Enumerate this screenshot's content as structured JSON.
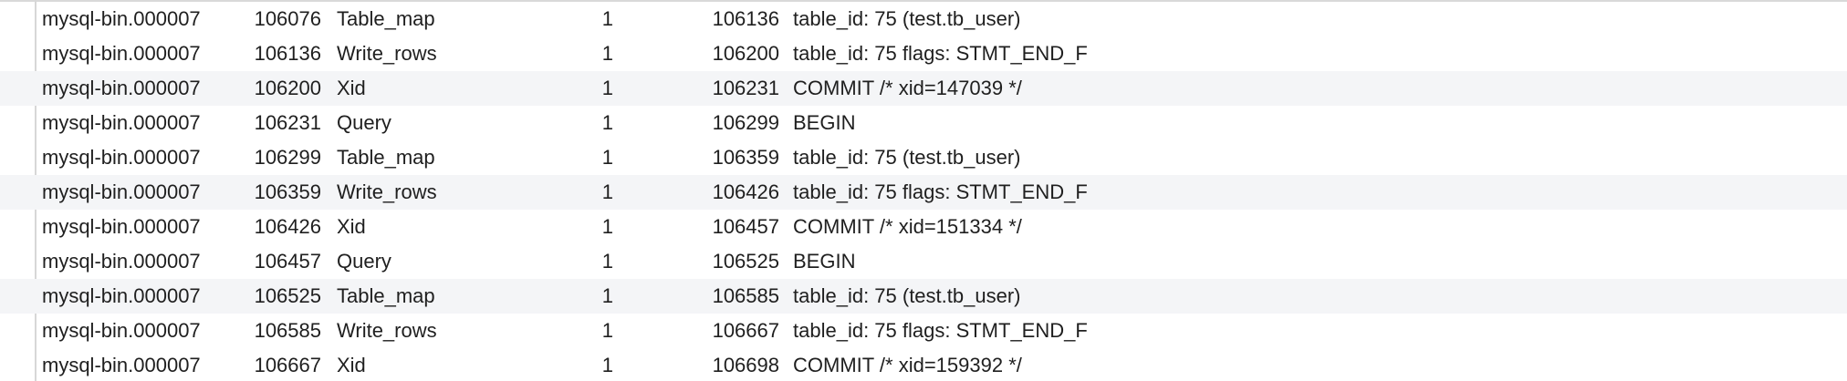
{
  "rows": [
    {
      "log_name": "mysql-bin.000007",
      "pos": "106076",
      "event_type": "Table_map",
      "server_id": "1",
      "end_log_pos": "106136",
      "info": "table_id: 75 (test.tb_user)"
    },
    {
      "log_name": "mysql-bin.000007",
      "pos": "106136",
      "event_type": "Write_rows",
      "server_id": "1",
      "end_log_pos": "106200",
      "info": "table_id: 75 flags: STMT_END_F"
    },
    {
      "log_name": "mysql-bin.000007",
      "pos": "106200",
      "event_type": "Xid",
      "server_id": "1",
      "end_log_pos": "106231",
      "info": "COMMIT /* xid=147039 */"
    },
    {
      "log_name": "mysql-bin.000007",
      "pos": "106231",
      "event_type": "Query",
      "server_id": "1",
      "end_log_pos": "106299",
      "info": "BEGIN"
    },
    {
      "log_name": "mysql-bin.000007",
      "pos": "106299",
      "event_type": "Table_map",
      "server_id": "1",
      "end_log_pos": "106359",
      "info": "table_id: 75 (test.tb_user)"
    },
    {
      "log_name": "mysql-bin.000007",
      "pos": "106359",
      "event_type": "Write_rows",
      "server_id": "1",
      "end_log_pos": "106426",
      "info": "table_id: 75 flags: STMT_END_F"
    },
    {
      "log_name": "mysql-bin.000007",
      "pos": "106426",
      "event_type": "Xid",
      "server_id": "1",
      "end_log_pos": "106457",
      "info": "COMMIT /* xid=151334 */"
    },
    {
      "log_name": "mysql-bin.000007",
      "pos": "106457",
      "event_type": "Query",
      "server_id": "1",
      "end_log_pos": "106525",
      "info": "BEGIN"
    },
    {
      "log_name": "mysql-bin.000007",
      "pos": "106525",
      "event_type": "Table_map",
      "server_id": "1",
      "end_log_pos": "106585",
      "info": "table_id: 75 (test.tb_user)"
    },
    {
      "log_name": "mysql-bin.000007",
      "pos": "106585",
      "event_type": "Write_rows",
      "server_id": "1",
      "end_log_pos": "106667",
      "info": "table_id: 75 flags: STMT_END_F"
    },
    {
      "log_name": "mysql-bin.000007",
      "pos": "106667",
      "event_type": "Xid",
      "server_id": "1",
      "end_log_pos": "106698",
      "info": "COMMIT /* xid=159392 */"
    }
  ]
}
